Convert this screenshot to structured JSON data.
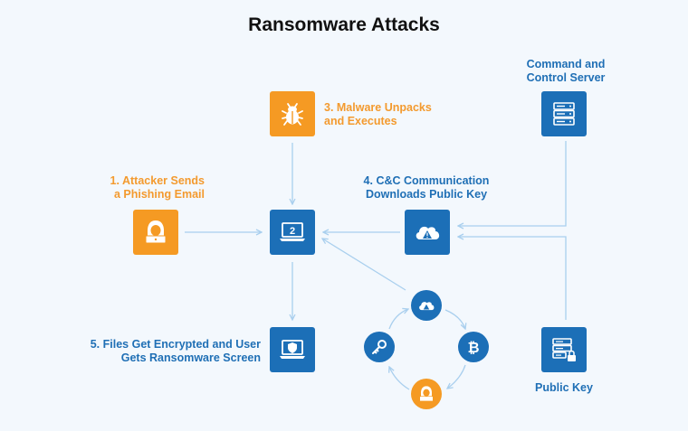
{
  "title": "Ransomware Attacks",
  "labels": {
    "step1": [
      "1. Attacker Sends",
      "a Phishing Email"
    ],
    "step3": [
      "3. Malware Unpacks",
      "and Executes"
    ],
    "step4": [
      "4. C&C Communication",
      "Downloads Public Key"
    ],
    "step5": [
      "5. Files Get Encrypted and User",
      "Gets Ransomware Screen"
    ],
    "server": [
      "Command and",
      "Control Server"
    ],
    "public_key": "Public Key",
    "laptop_number": "2"
  },
  "colors": {
    "orange": "#f59a23",
    "blue": "#1c6fb7",
    "line": "#a9cfee",
    "background": "#f3f8fd"
  },
  "icons": [
    "bug-icon",
    "hacker-icon",
    "laptop-icon",
    "cloud-warning-icon",
    "server-icon",
    "shield-laptop-icon",
    "server-lock-icon",
    "key-icon",
    "bitcoin-icon"
  ]
}
